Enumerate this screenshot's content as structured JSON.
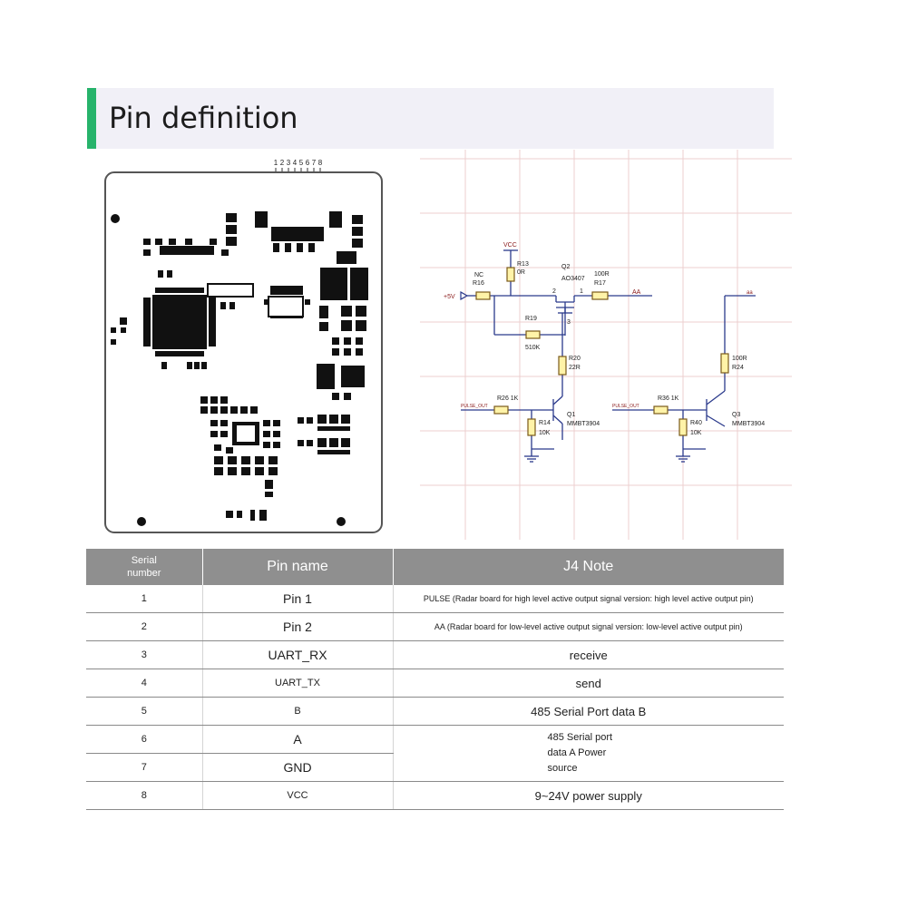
{
  "header": {
    "title": "Pin definition"
  },
  "pcb": {
    "connector_pins": [
      "1",
      "2",
      "3",
      "4",
      "5",
      "6",
      "7",
      "8"
    ]
  },
  "schematic": {
    "vcc": "VCC",
    "plus5v": "+5V",
    "nc": "NC",
    "r16": "R16",
    "r13": "R13",
    "r13_val": "0R",
    "q2": "Q2",
    "q2_part": "AO3407",
    "r17_val": "100R",
    "r17": "R17",
    "aa": "AA",
    "r19": "R19",
    "r19_val": "510K",
    "r20": "R20",
    "r20_val": "22R",
    "pulse_out_1": "PULSE_OUT",
    "r26": "R26 1K",
    "r14": "R14",
    "r14_val": "10K",
    "q1": "Q1",
    "q1_part": "MMBT3904",
    "pulse_out_2": "PULSE_OUT",
    "r36": "R36 1K",
    "r40": "R40",
    "r40_val": "10K",
    "q3": "Q3",
    "q3_part": "MMBT3904",
    "r24_val": "100R",
    "r24": "R24",
    "pin2_label": "2",
    "pin1_label": "1",
    "pin3_label": "3",
    "top_right": "aa"
  },
  "table": {
    "headers": {
      "serial_line1": "Serial",
      "serial_line2": "number",
      "pin_name": "Pin name",
      "note": "J4 Note"
    },
    "rows": [
      {
        "serial": "1",
        "name": "Pin 1",
        "note": "PULSE (Radar board for high level active output signal version: high level active output pin)"
      },
      {
        "serial": "2",
        "name": "Pin 2",
        "note": "AA (Radar board for low-level active output signal version: low-level active output pin)"
      },
      {
        "serial": "3",
        "name": "UART_RX",
        "note": "receive"
      },
      {
        "serial": "4",
        "name": "UART_TX",
        "note": "send"
      },
      {
        "serial": "5",
        "name": "B",
        "note": "485 Serial Port data B"
      },
      {
        "serial": "6",
        "name": "A"
      },
      {
        "serial": "7",
        "name": "GND"
      },
      {
        "serial": "8",
        "name": "VCC",
        "note": "9~24V power supply"
      }
    ],
    "merged_note": {
      "line1": "485 Serial port",
      "line2": "data A Power",
      "line3": "source"
    }
  }
}
